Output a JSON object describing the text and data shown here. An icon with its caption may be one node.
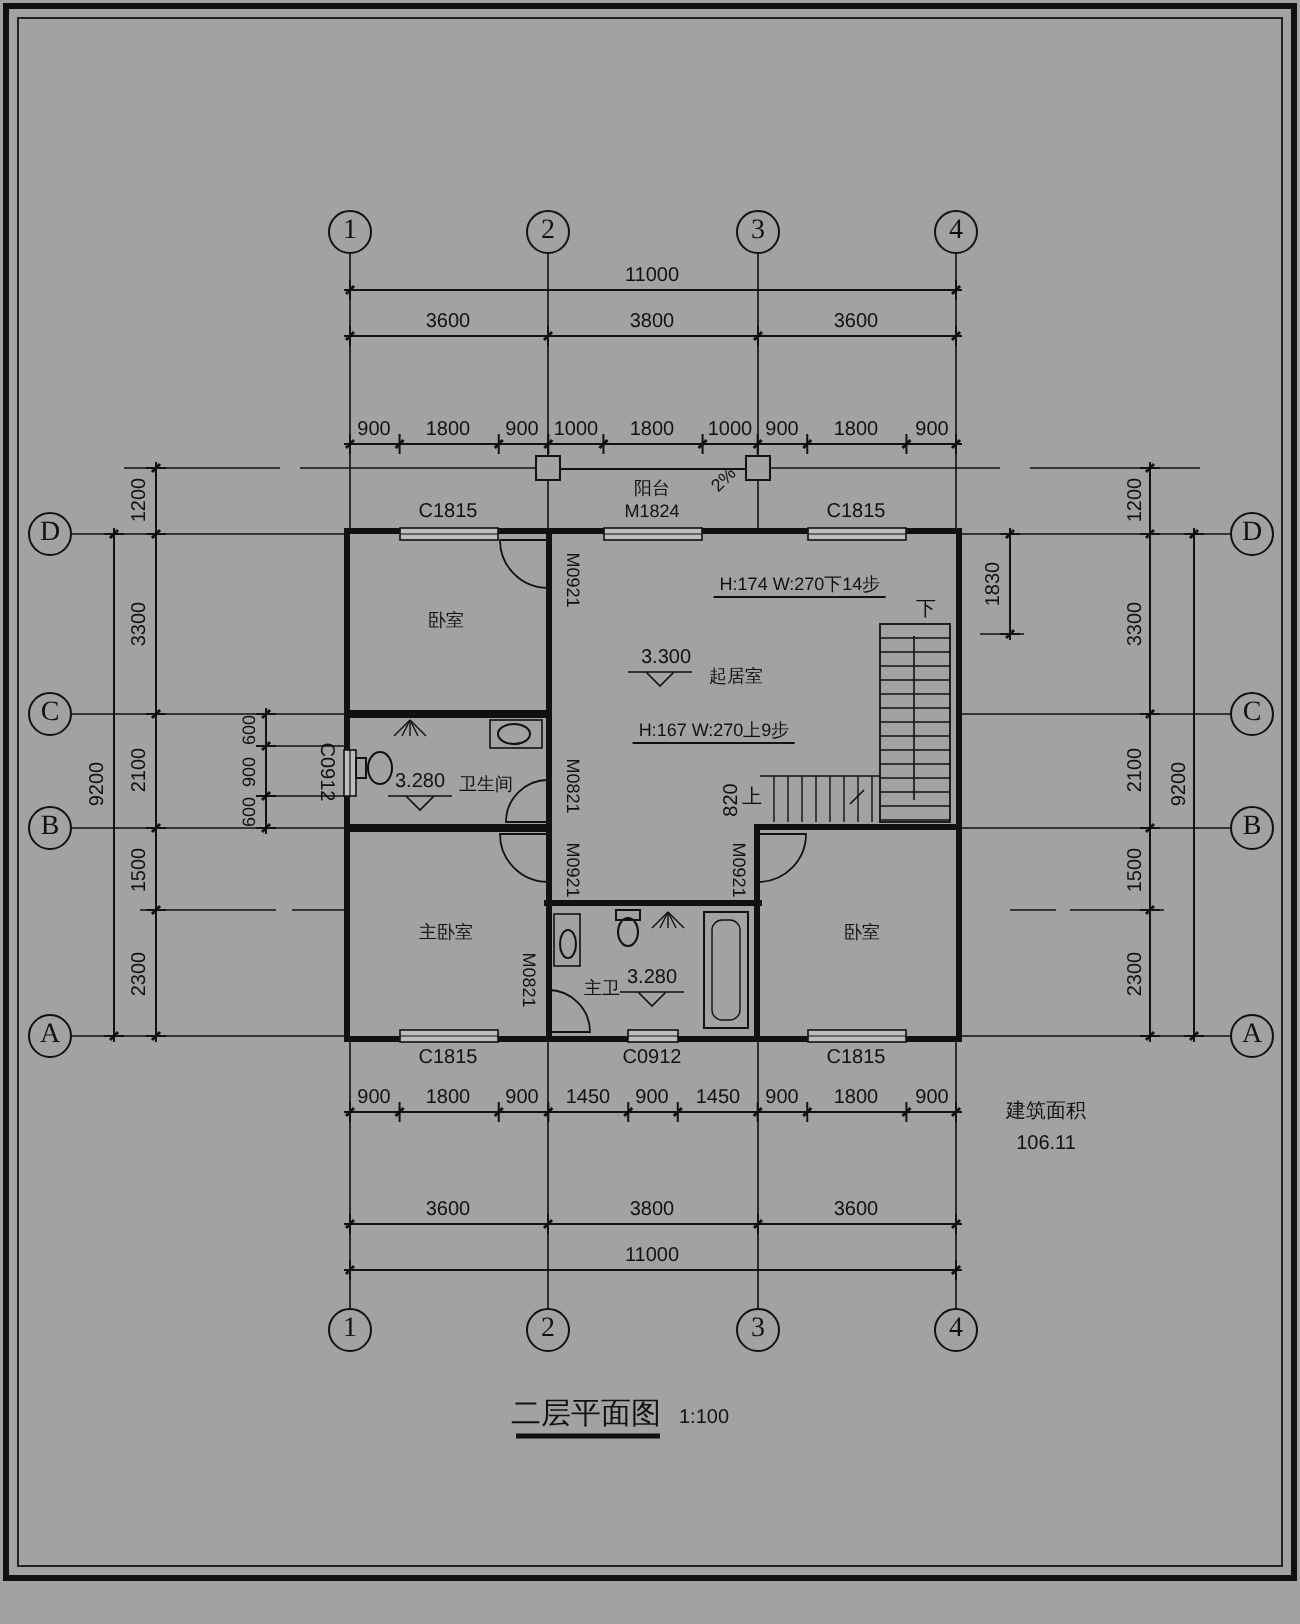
{
  "diagram": {
    "title": "二层平面图",
    "nodes": [
      {
        "text": [
          "1"
        ]
      },
      {
        "text": [
          "2"
        ]
      },
      {
        "text": [
          "3"
        ]
      },
      {
        "text": [
          "4"
        ]
      },
      {
        "text": [
          "阳台"
        ]
      },
      {
        "text": [
          "D"
        ]
      },
      {
        "text": [
          "D"
        ]
      },
      {
        "text": [
          "卧室"
        ]
      },
      {
        "text": [
          "起居室"
        ]
      },
      {
        "text": [
          "C"
        ]
      },
      {
        "text": [
          "C"
        ]
      },
      {
        "text": [
          "卫生间"
        ]
      },
      {
        "text": [
          "B"
        ]
      },
      {
        "text": [
          "B"
        ]
      },
      {
        "text": [
          "主卧室"
        ]
      },
      {
        "text": [
          "卧室"
        ]
      },
      {
        "text": [
          "主卫"
        ]
      },
      {
        "text": [
          "A"
        ]
      },
      {
        "text": [
          "A"
        ]
      },
      {
        "text": [
          "1"
        ]
      },
      {
        "text": [
          "2"
        ]
      },
      {
        "text": [
          "3"
        ]
      },
      {
        "text": [
          "4"
        ]
      }
    ],
    "labels": [
      "11000",
      "3600",
      "3800",
      "3600",
      "900",
      "1800",
      "900",
      "1000",
      "1800",
      "1000",
      "900",
      "1800",
      "900",
      "1200",
      "C1815",
      "M1824",
      "2%",
      "C1815",
      "1200",
      "3300",
      "M0921",
      "H:174 W:270下14步",
      "下",
      "1830",
      "3300",
      "3.300",
      "9200",
      "2100",
      "600",
      "900",
      "600",
      "C0912",
      "3.280",
      "M0821",
      "H:167 W:270上9步",
      "820",
      "上",
      "2100",
      "9200",
      "1500",
      "M0921",
      "M0921",
      "1500",
      "2300",
      "M0821",
      "3.280",
      "2300",
      "C1815",
      "C0912",
      "C1815",
      "900",
      "1800",
      "900",
      "1450",
      "900",
      "1450",
      "900",
      "1800",
      "900",
      "建筑面积",
      "106.11",
      "3600",
      "3800",
      "3600",
      "11000",
      "1:100"
    ]
  }
}
